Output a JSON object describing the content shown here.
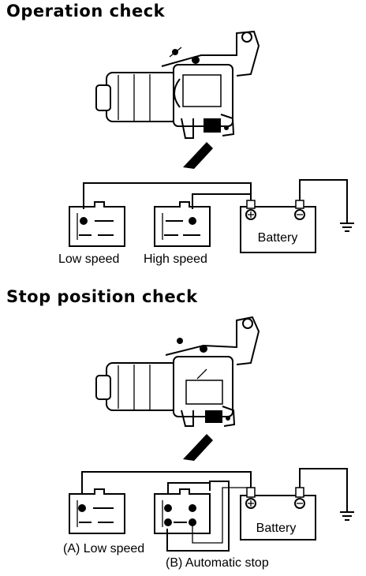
{
  "operation": {
    "title": "Operation check",
    "battery_label": "Battery",
    "connector1_label": "Low speed",
    "connector2_label": "High speed"
  },
  "stop": {
    "title": "Stop position check",
    "battery_label": "Battery",
    "connector1_label": "(A) Low speed",
    "connector2_label": "(B) Automatic stop"
  }
}
